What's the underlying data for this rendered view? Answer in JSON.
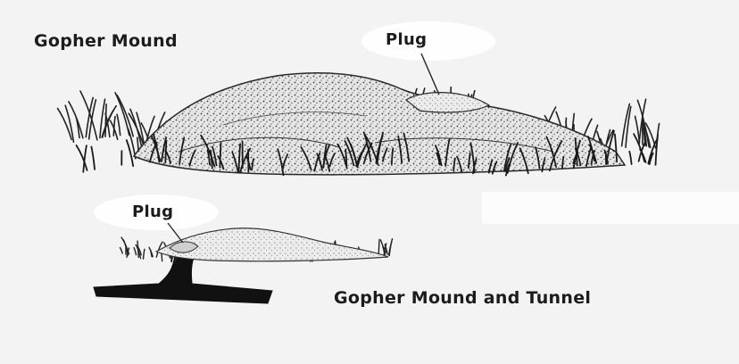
{
  "labels": {
    "top_title": "Gopher Mound",
    "top_plug": "Plug",
    "bottom_plug": "Plug",
    "bottom_title": "Gopher Mound and Tunnel"
  },
  "colors": {
    "background": "#f3f3f3",
    "ink": "#1c1c1c"
  }
}
